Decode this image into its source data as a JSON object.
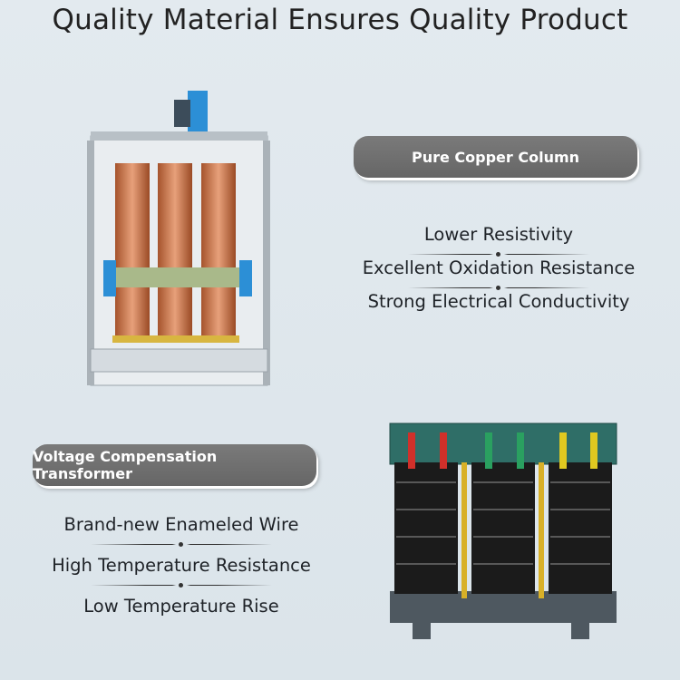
{
  "title": "Quality Material Ensures Quality Product",
  "section1": {
    "badge": "Pure Copper Column",
    "features": [
      "Lower Resistivity",
      "Excellent Oxidation Resistance",
      "Strong Electrical Conductivity"
    ]
  },
  "section2": {
    "badge": "Voltage Compensation Transformer",
    "features": [
      "Brand-new Enameled Wire",
      "High Temperature Resistance",
      "Low Temperature Rise"
    ]
  }
}
